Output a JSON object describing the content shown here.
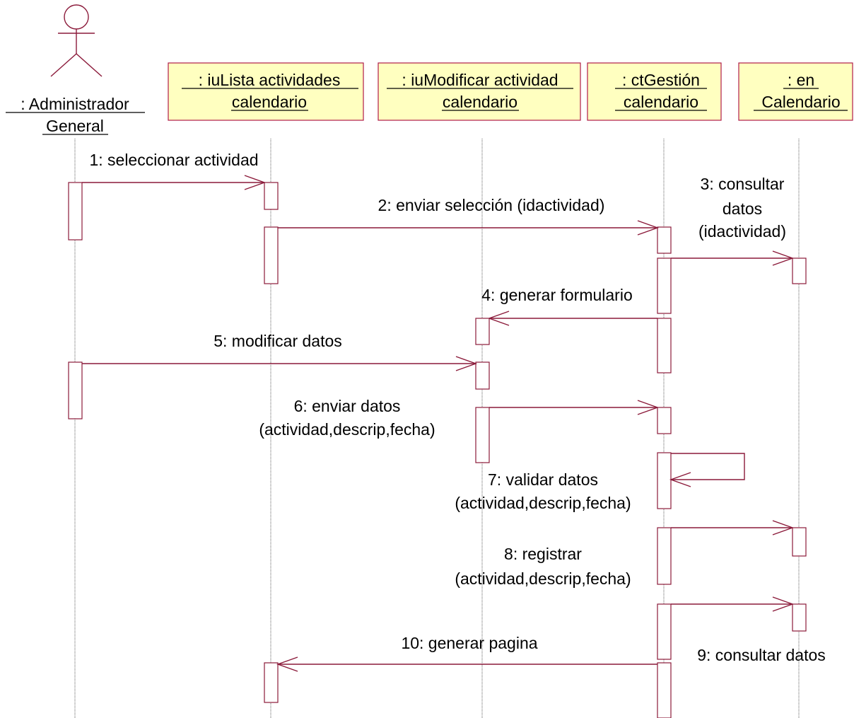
{
  "colors": {
    "line": "#8b1a3a",
    "box_fill": "#ffffc0",
    "box_stroke": "#b01c48",
    "lifeline": "#606060",
    "text": "#000000"
  },
  "actor": {
    "icon": "stick-figure-icon",
    "label_line1": ": Administrador",
    "label_line2": "General"
  },
  "participants": [
    {
      "line1": ": iuLista actividades",
      "line2": "calendario"
    },
    {
      "line1": ": iuModificar actividad",
      "line2": "calendario"
    },
    {
      "line1": ": ctGestión",
      "line2": "calendario"
    },
    {
      "line1": ": en",
      "line2": "Calendario"
    }
  ],
  "messages": [
    {
      "lines": [
        "1: seleccionar actividad"
      ]
    },
    {
      "lines": [
        "2: enviar selección (idactividad)"
      ]
    },
    {
      "lines": [
        "3: consultar",
        "datos",
        "(idactividad)"
      ]
    },
    {
      "lines": [
        "4: generar formulario"
      ]
    },
    {
      "lines": [
        "5: modificar datos"
      ]
    },
    {
      "lines": [
        "6: enviar datos",
        "(actividad,descrip,fecha)"
      ]
    },
    {
      "lines": [
        "7: validar datos",
        "(actividad,descrip,fecha)"
      ]
    },
    {
      "lines": [
        "8: registrar",
        "(actividad,descrip,fecha)"
      ]
    },
    {
      "lines": [
        "9: consultar datos"
      ]
    },
    {
      "lines": [
        "10: generar pagina"
      ]
    }
  ]
}
